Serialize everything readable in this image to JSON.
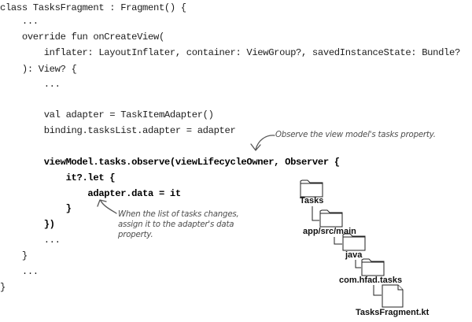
{
  "code": {
    "lines": [
      "class TasksFragment : Fragment() {",
      "    ...",
      "    override fun onCreateView(",
      "        inflater: LayoutInflater, container: ViewGroup?, savedInstanceState: Bundle?",
      "    ): View? {",
      "        ...",
      "",
      "        val adapter = TaskItemAdapter()",
      "        binding.tasksList.adapter = adapter",
      "",
      "        viewModel.tasks.observe(viewLifecycleOwner, Observer {",
      "            it?.let {",
      "                adapter.data = it",
      "            }",
      "        })",
      "        ...",
      "    }",
      "    ...",
      "}"
    ]
  },
  "annotations": {
    "observe_note": "Observe the view model's tasks property.",
    "assign_note": "When the list of tasks changes,\nassign it to the adapter's data\nproperty."
  },
  "file_tree": {
    "items": [
      "Tasks",
      "app/src/main",
      "java",
      "com.hfad.tasks",
      "TasksFragment.kt"
    ]
  }
}
